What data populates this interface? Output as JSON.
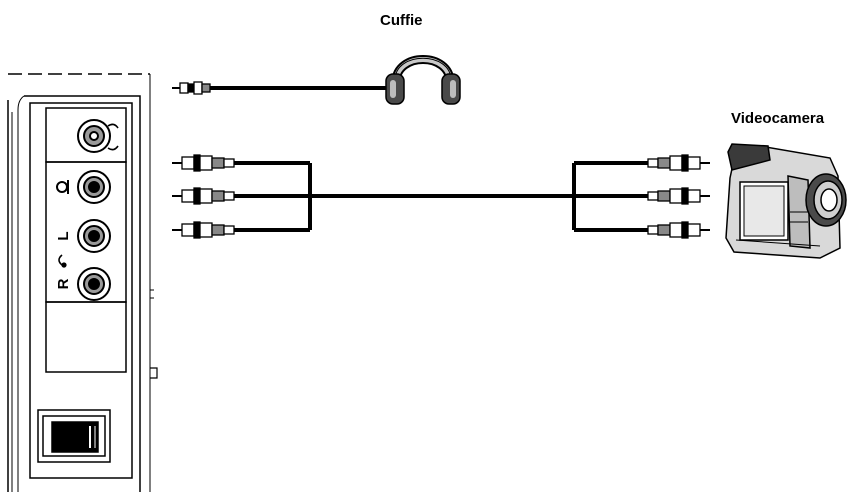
{
  "labels": {
    "headphones": "Cuffie",
    "camcorder": "Videocamera"
  },
  "panel_text": {
    "left": "L",
    "right": "R"
  },
  "colors": {
    "line": "#000000",
    "panel_fill": "#ffffff",
    "jack_gray": "#9a9a9a",
    "camera_dark": "#3a3a3a",
    "camera_light": "#d9d9d9"
  }
}
